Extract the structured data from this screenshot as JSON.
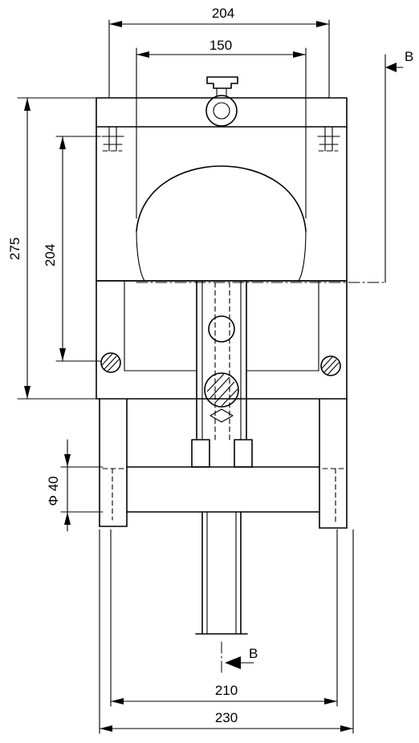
{
  "dimensions": {
    "top_outer": "204",
    "top_inner": "150",
    "left_outer": "275",
    "left_inner": "204",
    "bolt": "Φ 40",
    "bottom_inner": "210",
    "bottom_outer": "230"
  },
  "section_marks": {
    "top": "B",
    "bottom": "B"
  }
}
